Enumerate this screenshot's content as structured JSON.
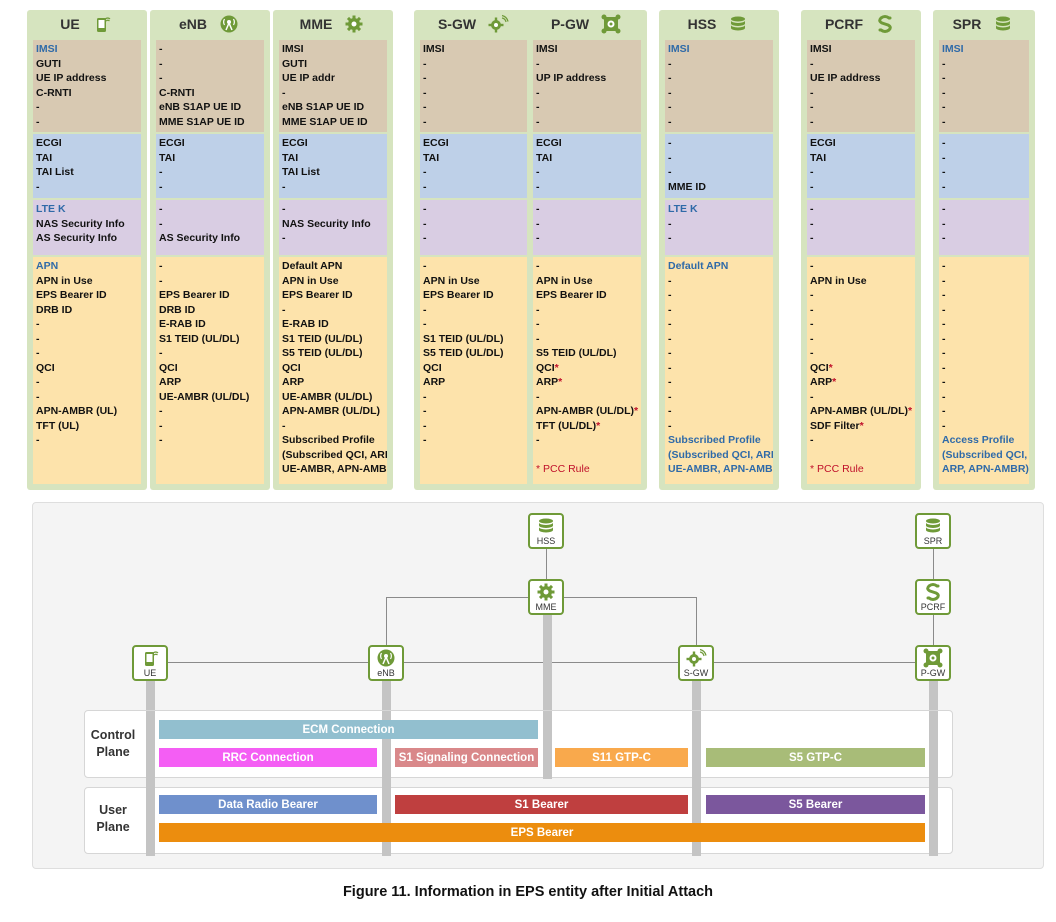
{
  "columns": [
    {
      "name": "UE",
      "icon": "mobile-phone-icon",
      "s1": [
        {
          "t": "IMSI",
          "c": "blue"
        },
        {
          "t": "GUTI"
        },
        {
          "t": "UE IP address"
        },
        {
          "t": "C-RNTI"
        },
        {
          "t": "-"
        },
        {
          "t": "-"
        }
      ],
      "s2": [
        {
          "t": "ECGI"
        },
        {
          "t": "TAI"
        },
        {
          "t": "TAI List"
        },
        {
          "t": "-"
        }
      ],
      "s3": [
        {
          "t": "LTE K",
          "c": "blue"
        },
        {
          "t": "NAS Security Info"
        },
        {
          "t": "AS Security Info"
        }
      ],
      "s4": [
        {
          "t": "APN",
          "c": "blue"
        },
        {
          "t": "APN in Use"
        },
        {
          "t": "EPS Bearer ID"
        },
        {
          "t": "DRB ID"
        },
        {
          "t": "-"
        },
        {
          "t": "-"
        },
        {
          "t": "-"
        },
        {
          "t": "QCI"
        },
        {
          "t": "-"
        },
        {
          "t": "-"
        },
        {
          "t": "APN-AMBR (UL)"
        },
        {
          "t": "TFT (UL)"
        },
        {
          "t": "-"
        }
      ]
    },
    {
      "name": "eNB",
      "icon": "antenna-icon",
      "s1": [
        {
          "t": "-"
        },
        {
          "t": "-"
        },
        {
          "t": "-"
        },
        {
          "t": "C-RNTI"
        },
        {
          "t": "eNB S1AP UE ID"
        },
        {
          "t": "MME S1AP UE ID"
        }
      ],
      "s2": [
        {
          "t": "ECGI"
        },
        {
          "t": "TAI"
        },
        {
          "t": "-"
        },
        {
          "t": "-"
        }
      ],
      "s3": [
        {
          "t": "-"
        },
        {
          "t": "-"
        },
        {
          "t": "AS Security Info"
        }
      ],
      "s4": [
        {
          "t": "-"
        },
        {
          "t": "-"
        },
        {
          "t": "EPS Bearer ID"
        },
        {
          "t": "DRB ID"
        },
        {
          "t": "E-RAB ID"
        },
        {
          "t": "S1 TEID (UL/DL)"
        },
        {
          "t": "-"
        },
        {
          "t": "QCI"
        },
        {
          "t": "ARP"
        },
        {
          "t": "UE-AMBR (UL/DL)"
        },
        {
          "t": "-"
        },
        {
          "t": "-"
        },
        {
          "t": "-"
        }
      ]
    },
    {
      "name": "MME",
      "icon": "gear-icon",
      "s1": [
        {
          "t": "IMSI"
        },
        {
          "t": "GUTI"
        },
        {
          "t": "UE IP addr"
        },
        {
          "t": "-"
        },
        {
          "t": "eNB S1AP UE ID"
        },
        {
          "t": "MME S1AP UE ID"
        }
      ],
      "s2": [
        {
          "t": "ECGI"
        },
        {
          "t": "TAI"
        },
        {
          "t": "TAI List"
        },
        {
          "t": "-"
        }
      ],
      "s3": [
        {
          "t": "-"
        },
        {
          "t": "NAS Security Info"
        },
        {
          "t": "-"
        }
      ],
      "s4": [
        {
          "t": "Default APN"
        },
        {
          "t": "APN in Use"
        },
        {
          "t": "EPS Bearer ID"
        },
        {
          "t": "-"
        },
        {
          "t": "E-RAB ID"
        },
        {
          "t": "S1 TEID (UL/DL)"
        },
        {
          "t": "S5 TEID (UL/DL)"
        },
        {
          "t": "QCI"
        },
        {
          "t": "ARP"
        },
        {
          "t": "UE-AMBR (UL/DL)"
        },
        {
          "t": "APN-AMBR (UL/DL)"
        },
        {
          "t": "-"
        },
        {
          "t": "Subscribed Profile"
        },
        {
          "t": "(Subscribed QCI, ARP,"
        },
        {
          "t": "UE-AMBR, APN-AMBR)"
        }
      ]
    },
    {
      "name": "S-GW",
      "icon": "gear-signal-icon",
      "s1": [
        {
          "t": "IMSI"
        },
        {
          "t": "-"
        },
        {
          "t": "-"
        },
        {
          "t": "-"
        },
        {
          "t": "-"
        },
        {
          "t": "-"
        }
      ],
      "s2": [
        {
          "t": "ECGI"
        },
        {
          "t": "TAI"
        },
        {
          "t": "-"
        },
        {
          "t": "-"
        }
      ],
      "s3": [
        {
          "t": "-"
        },
        {
          "t": "-"
        },
        {
          "t": "-"
        }
      ],
      "s4": [
        {
          "t": "-"
        },
        {
          "t": "APN in Use"
        },
        {
          "t": "EPS Bearer ID"
        },
        {
          "t": "-"
        },
        {
          "t": "-"
        },
        {
          "t": "S1 TEID (UL/DL)"
        },
        {
          "t": "S5 TEID (UL/DL)"
        },
        {
          "t": "QCI"
        },
        {
          "t": "ARP"
        },
        {
          "t": "-"
        },
        {
          "t": "-"
        },
        {
          "t": "-"
        },
        {
          "t": "-"
        }
      ]
    },
    {
      "name": "P-GW",
      "icon": "gateway-icon",
      "s1": [
        {
          "t": "IMSI"
        },
        {
          "t": "-"
        },
        {
          "t": "UP IP address"
        },
        {
          "t": "-"
        },
        {
          "t": "-"
        },
        {
          "t": "-"
        }
      ],
      "s2": [
        {
          "t": "ECGI"
        },
        {
          "t": "TAI"
        },
        {
          "t": "-"
        },
        {
          "t": "-"
        }
      ],
      "s3": [
        {
          "t": "-"
        },
        {
          "t": "-"
        },
        {
          "t": "-"
        }
      ],
      "s4": [
        {
          "t": "-"
        },
        {
          "t": "APN in Use"
        },
        {
          "t": "EPS Bearer ID"
        },
        {
          "t": "-"
        },
        {
          "t": "-"
        },
        {
          "t": "-"
        },
        {
          "t": "S5 TEID (UL/DL)"
        },
        {
          "t": "QCI",
          "a": "*"
        },
        {
          "t": "ARP",
          "a": "*"
        },
        {
          "t": "-"
        },
        {
          "t": "APN-AMBR (UL/DL)",
          "a": "*"
        },
        {
          "t": "TFT (UL/DL)",
          "a": "*"
        },
        {
          "t": "-"
        },
        {
          "t": ""
        },
        {
          "t": "* PCC Rule",
          "c": "red"
        }
      ]
    },
    {
      "name": "HSS",
      "icon": "database-icon",
      "s1": [
        {
          "t": "IMSI",
          "c": "blue"
        },
        {
          "t": "-"
        },
        {
          "t": "-"
        },
        {
          "t": "-"
        },
        {
          "t": "-"
        },
        {
          "t": "-"
        }
      ],
      "s2": [
        {
          "t": "-"
        },
        {
          "t": "-"
        },
        {
          "t": "-"
        },
        {
          "t": "MME ID"
        }
      ],
      "s3": [
        {
          "t": "LTE K",
          "c": "blue"
        },
        {
          "t": "-"
        },
        {
          "t": "-"
        }
      ],
      "s4": [
        {
          "t": "Default APN",
          "c": "blue"
        },
        {
          "t": "-"
        },
        {
          "t": "-"
        },
        {
          "t": "-"
        },
        {
          "t": "-"
        },
        {
          "t": "-"
        },
        {
          "t": "-"
        },
        {
          "t": "-"
        },
        {
          "t": "-"
        },
        {
          "t": "-"
        },
        {
          "t": "-"
        },
        {
          "t": "-"
        },
        {
          "t": "Subscribed Profile",
          "c": "blue"
        },
        {
          "t": "(Subscribed QCI, ARP,",
          "c": "blue"
        },
        {
          "t": "UE-AMBR, APN-AMBR)",
          "c": "blue"
        }
      ]
    },
    {
      "name": "PCRF",
      "icon": "pcrf-logo-icon",
      "s1": [
        {
          "t": "IMSI"
        },
        {
          "t": "-"
        },
        {
          "t": "UE IP address"
        },
        {
          "t": "-"
        },
        {
          "t": "-"
        },
        {
          "t": "-"
        }
      ],
      "s2": [
        {
          "t": "ECGI"
        },
        {
          "t": "TAI"
        },
        {
          "t": "-"
        },
        {
          "t": "-"
        }
      ],
      "s3": [
        {
          "t": "-"
        },
        {
          "t": "-"
        },
        {
          "t": "-"
        }
      ],
      "s4": [
        {
          "t": "-"
        },
        {
          "t": "APN in Use"
        },
        {
          "t": "-"
        },
        {
          "t": "-"
        },
        {
          "t": "-"
        },
        {
          "t": "-"
        },
        {
          "t": "-"
        },
        {
          "t": "QCI",
          "a": "*"
        },
        {
          "t": "ARP",
          "a": "*"
        },
        {
          "t": "-"
        },
        {
          "t": "APN-AMBR (UL/DL)",
          "a": "*"
        },
        {
          "t": "SDF Filter",
          "a": "*"
        },
        {
          "t": "-"
        },
        {
          "t": ""
        },
        {
          "t": "* PCC Rule",
          "c": "red"
        }
      ]
    },
    {
      "name": "SPR",
      "icon": "database-icon",
      "s1": [
        {
          "t": "IMSI",
          "c": "blue"
        },
        {
          "t": "-"
        },
        {
          "t": "-"
        },
        {
          "t": "-"
        },
        {
          "t": "-"
        },
        {
          "t": "-"
        }
      ],
      "s2": [
        {
          "t": "-"
        },
        {
          "t": "-"
        },
        {
          "t": "-"
        },
        {
          "t": "-"
        }
      ],
      "s3": [
        {
          "t": "-"
        },
        {
          "t": "-"
        },
        {
          "t": "-"
        }
      ],
      "s4": [
        {
          "t": "-"
        },
        {
          "t": "-"
        },
        {
          "t": "-"
        },
        {
          "t": "-"
        },
        {
          "t": "-"
        },
        {
          "t": "-"
        },
        {
          "t": "-"
        },
        {
          "t": "-"
        },
        {
          "t": "-"
        },
        {
          "t": "-"
        },
        {
          "t": "-"
        },
        {
          "t": "-"
        },
        {
          "t": "Access Profile",
          "c": "blue"
        },
        {
          "t": "(Subscribed QCI,",
          "c": "blue"
        },
        {
          "t": "ARP, APN-AMBR)",
          "c": "blue"
        }
      ]
    }
  ],
  "network": {
    "nodes": [
      {
        "label": "HSS",
        "icon": "database-icon"
      },
      {
        "label": "SPR",
        "icon": "database-icon"
      },
      {
        "label": "MME",
        "icon": "gear-icon"
      },
      {
        "label": "PCRF",
        "icon": "pcrf-logo-icon"
      },
      {
        "label": "UE",
        "icon": "mobile-phone-icon"
      },
      {
        "label": "eNB",
        "icon": "antenna-icon"
      },
      {
        "label": "S-GW",
        "icon": "gear-signal-icon"
      },
      {
        "label": "P-GW",
        "icon": "gateway-icon"
      }
    ],
    "control_plane_label": "Control Plane",
    "user_plane_label": "User Plane",
    "bars": [
      {
        "label": "ECM Connection",
        "color": "#92bfcf"
      },
      {
        "label": "RRC Connection",
        "color": "#f45ef4"
      },
      {
        "label": "S1 Signaling Connection",
        "color": "#d9888a"
      },
      {
        "label": "S11 GTP-C",
        "color": "#f9a94c"
      },
      {
        "label": "S5 GTP-C",
        "color": "#a8bc78"
      },
      {
        "label": "Data Radio Bearer",
        "color": "#6f90cc"
      },
      {
        "label": "S1 Bearer",
        "color": "#bf3f3f"
      },
      {
        "label": "S5 Bearer",
        "color": "#7b579d"
      },
      {
        "label": "EPS Bearer",
        "color": "#ec8d0e"
      }
    ]
  },
  "caption": "Figure 11. Information in EPS entity after Initial Attach",
  "colors": {
    "green_border": "#6f9a38",
    "column_bg": "#d6e4bf",
    "blue_text": "#2f6aa8",
    "red_text": "#c0102a"
  }
}
